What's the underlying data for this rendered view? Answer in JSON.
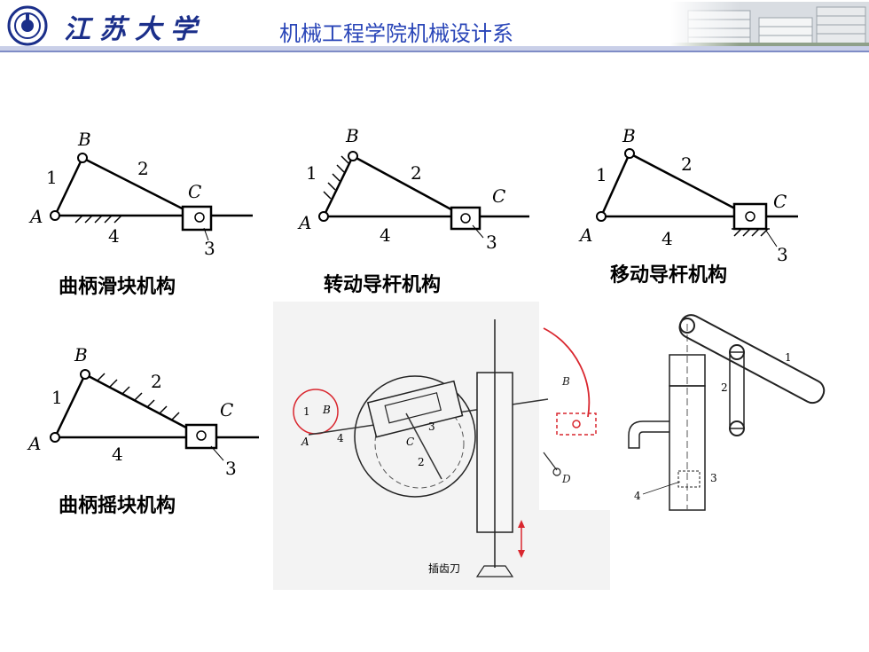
{
  "header": {
    "university": "江苏大学",
    "department": "机械工程学院机械设计系"
  },
  "mechanisms": [
    {
      "caption": "曲柄滑块机构",
      "labels": {
        "A": "A",
        "B": "B",
        "C": "C",
        "n1": "1",
        "n2": "2",
        "n3": "3",
        "n4": "4"
      }
    },
    {
      "caption": "转动导杆机构",
      "labels": {
        "A": "A",
        "B": "B",
        "C": "C",
        "n1": "1",
        "n2": "2",
        "n3": "3",
        "n4": "4"
      }
    },
    {
      "caption": "移动导杆机构",
      "labels": {
        "A": "A",
        "B": "B",
        "C": "C",
        "n1": "1",
        "n2": "2",
        "n3": "3",
        "n4": "4"
      }
    },
    {
      "caption": "曲柄摇块机构",
      "labels": {
        "A": "A",
        "B": "B",
        "C": "C",
        "n1": "1",
        "n2": "2",
        "n3": "3",
        "n4": "4"
      }
    }
  ],
  "shaper": {
    "labels": {
      "A": "A",
      "B": "B",
      "C": "C",
      "n1": "1",
      "n2": "2",
      "n3": "3",
      "n4": "4",
      "tool": "插齿刀"
    }
  },
  "pump": {
    "labels": {
      "B": "B",
      "D": "D",
      "n1": "1",
      "n2": "2",
      "n3": "3",
      "n4": "4"
    }
  },
  "colors": {
    "brand": "#1b2f8a",
    "dept": "#2a46b8",
    "accent_red": "#d9262e",
    "band": "#c9cfe8"
  }
}
